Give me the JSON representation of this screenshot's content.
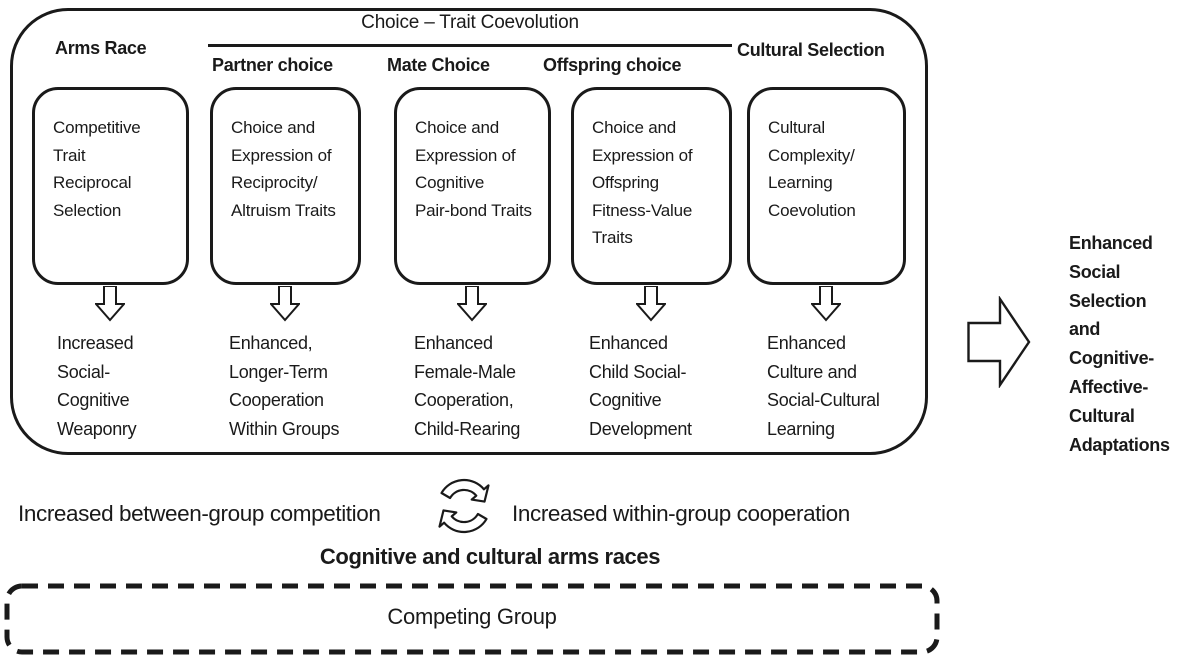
{
  "palette": {
    "ink": "#1a1a1a",
    "background": "#ffffff"
  },
  "panel": {
    "title": "Choice – Trait Coevolution"
  },
  "columns": [
    {
      "header": "Arms Race",
      "box_text": "Competitive\nTrait\nReciprocal\nSelection",
      "outcome": "Increased\nSocial-\nCognitive\nWeaponry"
    },
    {
      "header": "Partner choice",
      "box_text": "Choice and\nExpression of\nReciprocity/\nAltruism Traits",
      "outcome": "Enhanced,\nLonger-Term\nCooperation\nWithin Groups"
    },
    {
      "header": "Mate Choice",
      "box_text": "Choice and\nExpression of\nCognitive\nPair-bond Traits",
      "outcome": "Enhanced\nFemale-Male\nCooperation,\nChild-Rearing"
    },
    {
      "header": "Offspring choice",
      "box_text": "Choice and\nExpression of\nOffspring\nFitness-Value\nTraits",
      "outcome": "Enhanced\nChild Social-\nCognitive\nDevelopment"
    },
    {
      "header": "Cultural Selection",
      "box_text": "Cultural\nComplexity/\nLearning\nCoevolution",
      "outcome": "Enhanced\nCulture and\nSocial-Cultural\nLearning"
    }
  ],
  "right_outcome": "Enhanced\nSocial\nSelection\nand\nCognitive-\nAffective-\nCultural\nAdaptations",
  "cycle": {
    "left_label": "Increased between-group competition",
    "right_label": "Increased within-group cooperation",
    "caption": "Cognitive and cultural arms races"
  },
  "competing_group": {
    "label": "Competing Group"
  }
}
